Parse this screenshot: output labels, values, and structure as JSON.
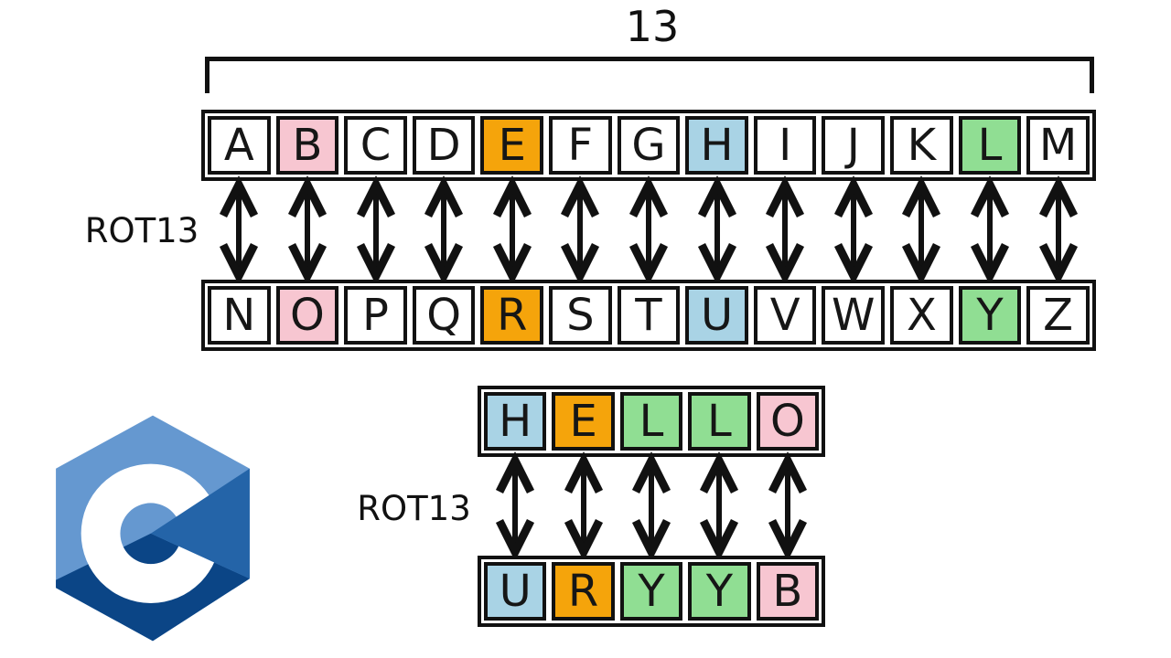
{
  "palette": {
    "white": "#ffffff",
    "pink": "#f7c6d1",
    "orange": "#f5a40b",
    "blue": "#a9d3e5",
    "green": "#90de93",
    "ink": "#111111",
    "logo_light": "#6598d0",
    "logo_mid": "#2464a8",
    "logo_dark": "#0b4586",
    "logo_c": "#ffffff"
  },
  "bracket": {
    "label": "13"
  },
  "diagram1": {
    "rot13_label": "ROT13",
    "top_row": [
      {
        "letter": "A",
        "color": "white"
      },
      {
        "letter": "B",
        "color": "pink"
      },
      {
        "letter": "C",
        "color": "white"
      },
      {
        "letter": "D",
        "color": "white"
      },
      {
        "letter": "E",
        "color": "orange"
      },
      {
        "letter": "F",
        "color": "white"
      },
      {
        "letter": "G",
        "color": "white"
      },
      {
        "letter": "H",
        "color": "blue"
      },
      {
        "letter": "I",
        "color": "white"
      },
      {
        "letter": "J",
        "color": "white"
      },
      {
        "letter": "K",
        "color": "white"
      },
      {
        "letter": "L",
        "color": "green"
      },
      {
        "letter": "M",
        "color": "white"
      }
    ],
    "bottom_row": [
      {
        "letter": "N",
        "color": "white"
      },
      {
        "letter": "O",
        "color": "pink"
      },
      {
        "letter": "P",
        "color": "white"
      },
      {
        "letter": "Q",
        "color": "white"
      },
      {
        "letter": "R",
        "color": "orange"
      },
      {
        "letter": "S",
        "color": "white"
      },
      {
        "letter": "T",
        "color": "white"
      },
      {
        "letter": "U",
        "color": "blue"
      },
      {
        "letter": "V",
        "color": "white"
      },
      {
        "letter": "W",
        "color": "white"
      },
      {
        "letter": "X",
        "color": "white"
      },
      {
        "letter": "Y",
        "color": "green"
      },
      {
        "letter": "Z",
        "color": "white"
      }
    ]
  },
  "diagram2": {
    "rot13_label": "ROT13",
    "top_row": [
      {
        "letter": "H",
        "color": "blue"
      },
      {
        "letter": "E",
        "color": "orange"
      },
      {
        "letter": "L",
        "color": "green"
      },
      {
        "letter": "L",
        "color": "green"
      },
      {
        "letter": "O",
        "color": "pink"
      }
    ],
    "bottom_row": [
      {
        "letter": "U",
        "color": "blue"
      },
      {
        "letter": "R",
        "color": "orange"
      },
      {
        "letter": "Y",
        "color": "green"
      },
      {
        "letter": "Y",
        "color": "green"
      },
      {
        "letter": "B",
        "color": "pink"
      }
    ]
  },
  "logo": {
    "name": "C programming language logo"
  }
}
